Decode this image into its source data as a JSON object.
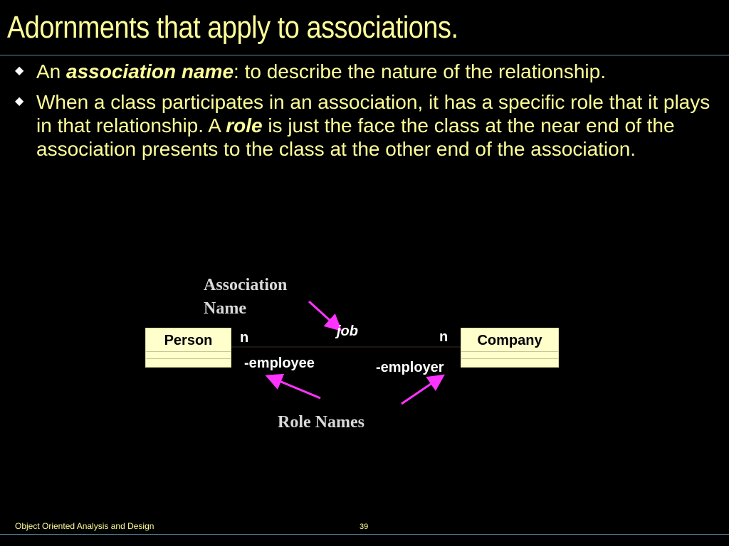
{
  "slide": {
    "title": "Adornments that apply to associations.",
    "bullets": [
      {
        "before": "An ",
        "emph": "association name",
        "after": ":  to describe the nature of the relationship."
      },
      {
        "before": "When a class participates in an association, it has a specific role that it plays in that relationship. A ",
        "emph": "role",
        "after": " is just the face the class at the near end of the association presents to the class at the other end of the association."
      }
    ],
    "bullet_glyph": "◆"
  },
  "diagram": {
    "left_class": "Person",
    "right_class": "Company",
    "association_name": "job",
    "left_multiplicity": "n",
    "right_multiplicity": "n",
    "left_role": "-employee",
    "right_role": "-employer",
    "callout_association": [
      "Association",
      "Name"
    ],
    "callout_roles": "Role Names",
    "arrow_color": "#ff33ff"
  },
  "footer": {
    "course": "Object Oriented Analysis and Design",
    "page": "39"
  },
  "colors": {
    "background": "#000000",
    "text": "#ffff99",
    "rule": "#5b8fa8",
    "class_fill": "#ffffcc"
  }
}
